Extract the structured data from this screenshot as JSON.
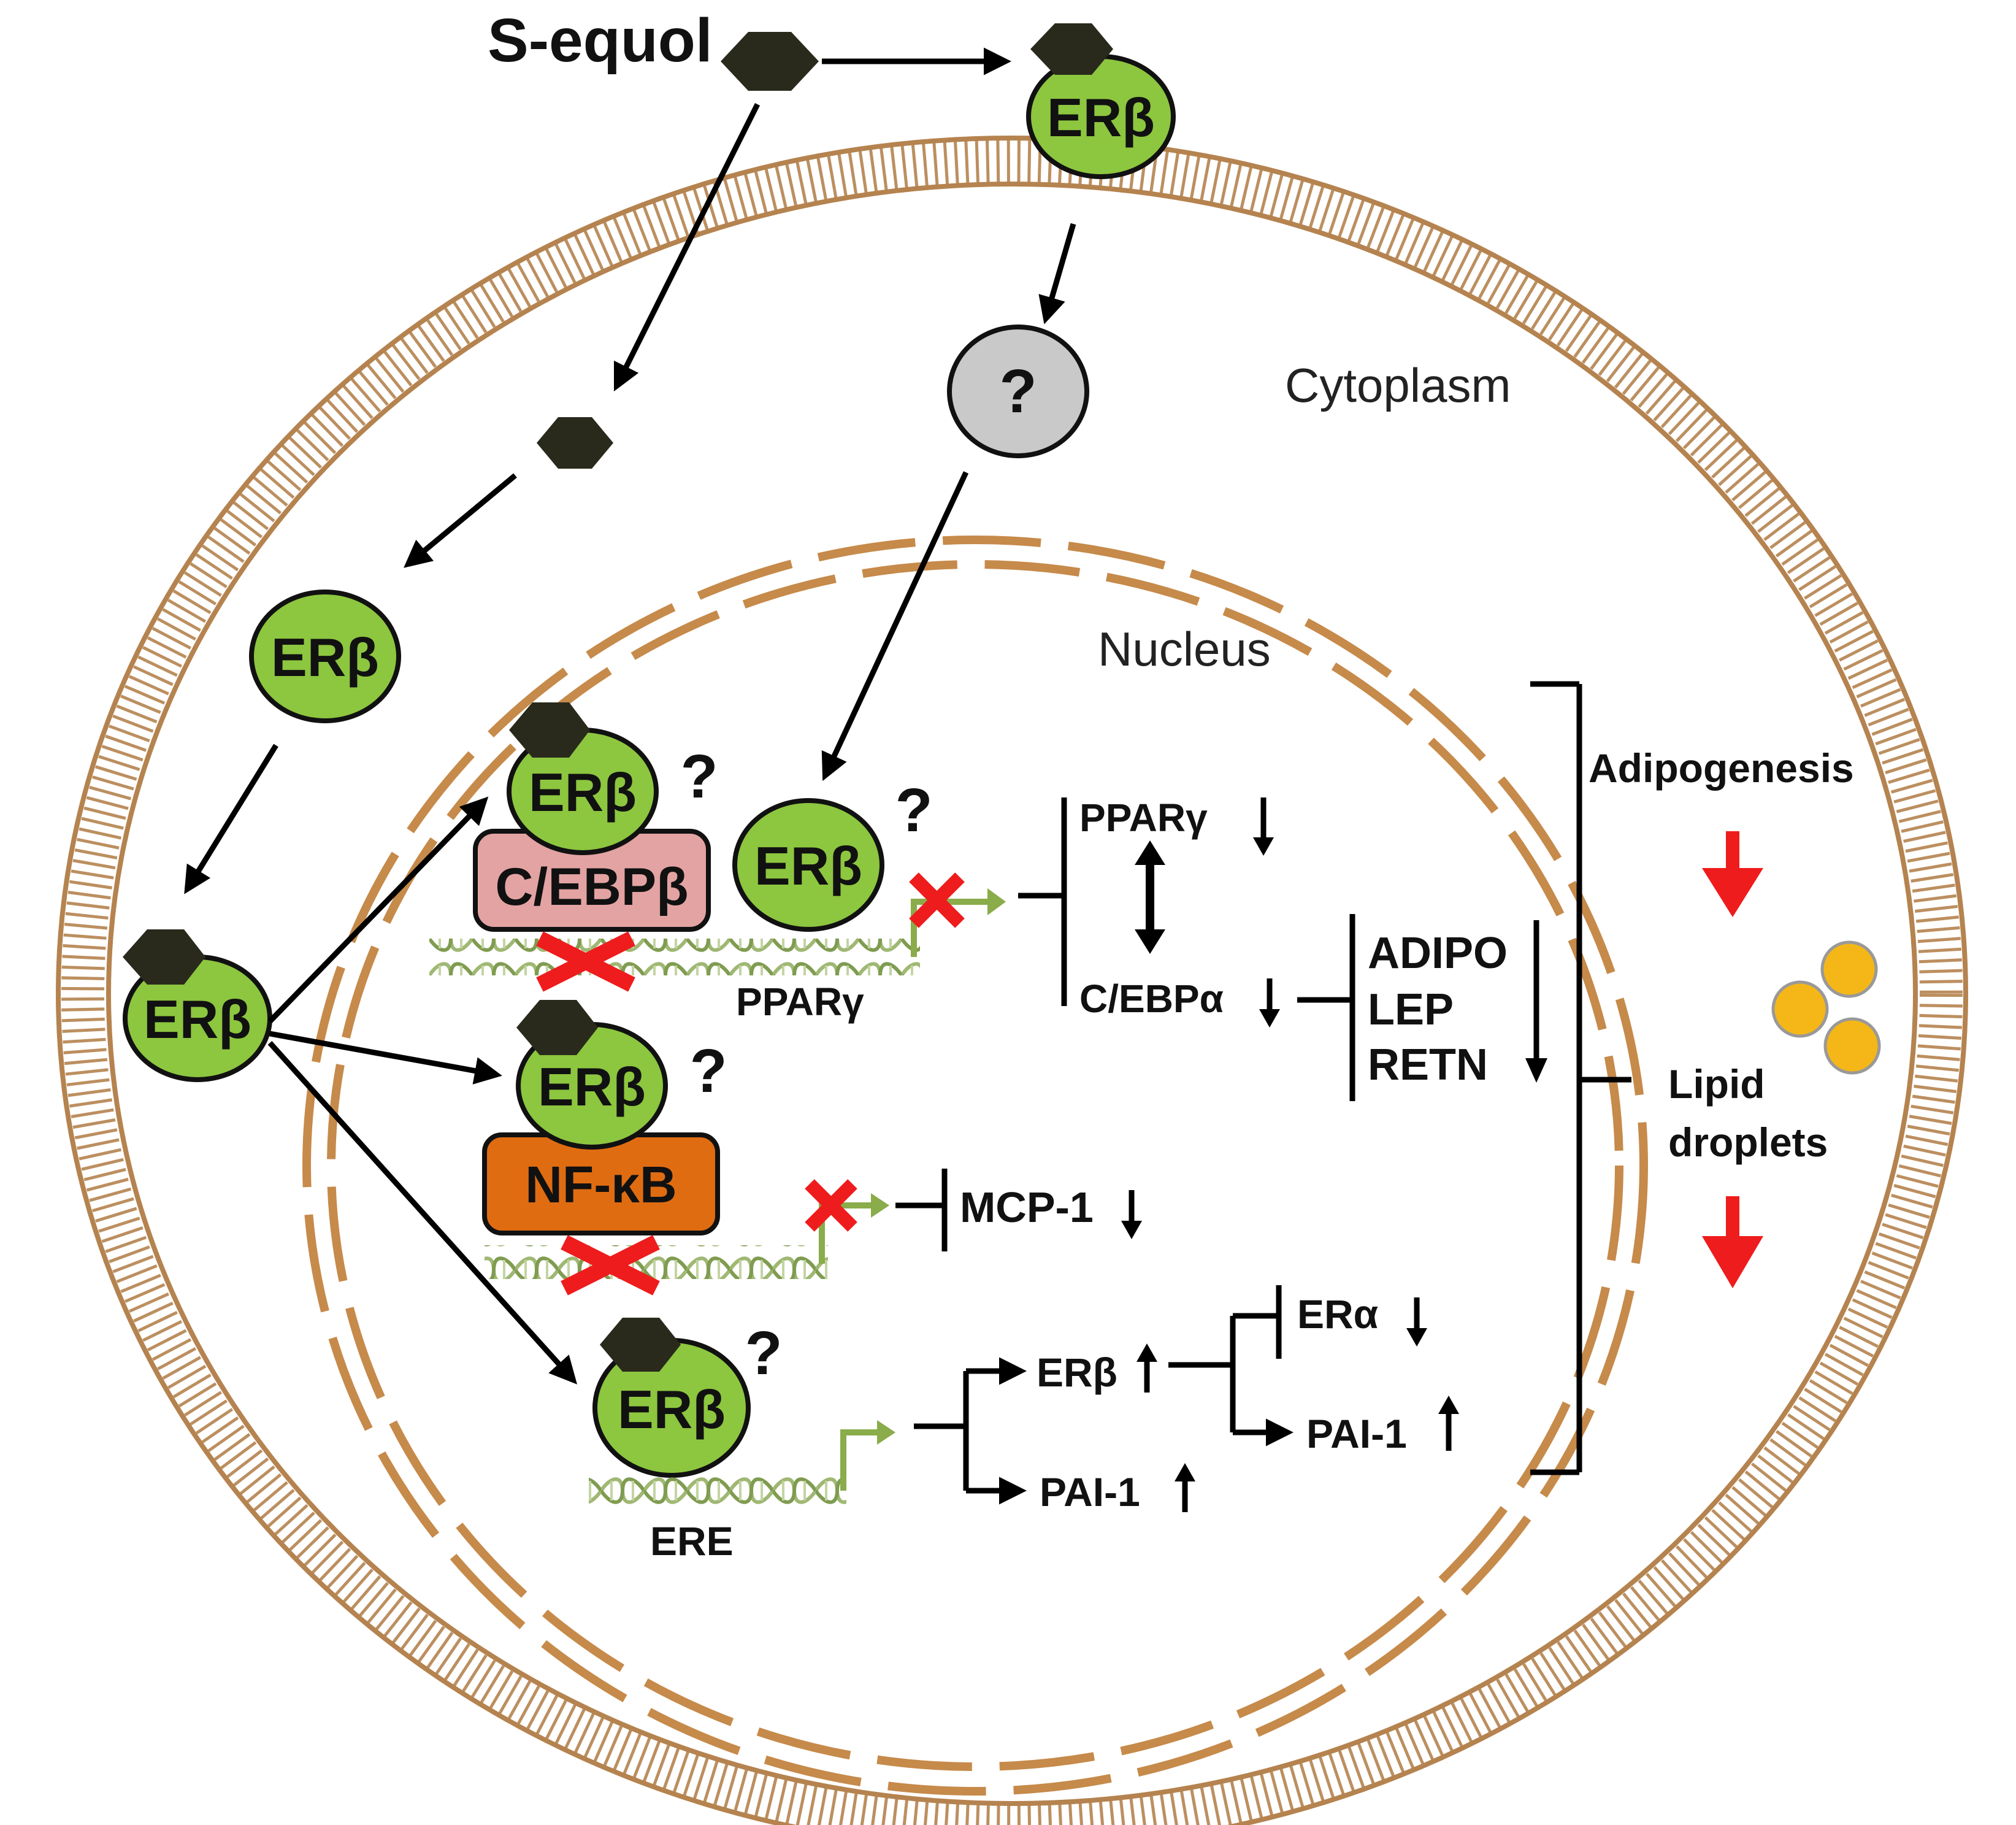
{
  "labels": {
    "s_equol": "S-equol",
    "cytoplasm": "Cytoplasm",
    "nucleus": "Nucleus",
    "er_beta": "ERβ",
    "question": "?",
    "cebp_beta": "C/EBPβ",
    "nfkb": "NF-κB",
    "ppar_gene": "PPARγ",
    "ere": "ERE",
    "ppar_target": "PPARγ",
    "cebp_alpha": "C/EBPα",
    "adipo": "ADIPO",
    "lep": "LEP",
    "retn": "RETN",
    "mcp1": "MCP-1",
    "erb_up": "ERβ",
    "pai1": "PAI-1",
    "pai1_b": "PAI-1",
    "er_alpha": "ERα",
    "adipogenesis": "Adipogenesis",
    "lipid_droplets_1": "Lipid",
    "lipid_droplets_2": "droplets"
  },
  "colors": {
    "erb_fill": "#8dc63f",
    "cebp_fill": "#e3a3a3",
    "nfkb_fill": "#e06c12",
    "membrane": "#b5834f",
    "nuclear_envelope": "#c68a4a",
    "ligand": "#2a2a1c",
    "question_fill": "#c9c9c9",
    "inhibit_x": "#ee1c1c",
    "down_arrow": "#ee1c1c",
    "droplet": "#f5b717",
    "dna": "#9fb873"
  },
  "icons": {
    "ligand": "hexagon-icon",
    "blocked": "red-x-icon",
    "decrease": "down-arrow-icon",
    "increase": "up-arrow-icon",
    "transcription": "bent-arrow-icon"
  }
}
